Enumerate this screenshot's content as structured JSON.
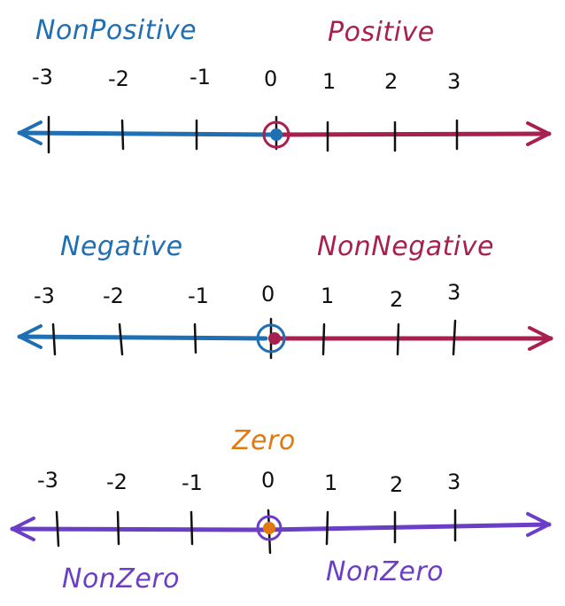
{
  "colors": {
    "blue": "#1f6fb2",
    "crimson": "#a8204f",
    "purple": "#6a3fc6",
    "orange": "#e07a10",
    "ink": "#111111"
  },
  "tick_labels": [
    "-3",
    "-2",
    "-1",
    "0",
    "1",
    "2",
    "3"
  ],
  "panels": [
    {
      "left_label": "NonPositive",
      "right_label": "Positive",
      "left_color": "blue",
      "right_color": "crimson",
      "zero_fill": "blue",
      "zero_ring": "crimson"
    },
    {
      "left_label": "Negative",
      "right_label": "NonNegative",
      "left_color": "blue",
      "right_color": "crimson",
      "zero_fill": "crimson",
      "zero_ring": "blue"
    },
    {
      "top_label": "Zero",
      "bottom_left_label": "NonZero",
      "bottom_right_label": "NonZero",
      "line_color": "purple",
      "zero_fill": "orange",
      "zero_ring": "purple"
    }
  ]
}
